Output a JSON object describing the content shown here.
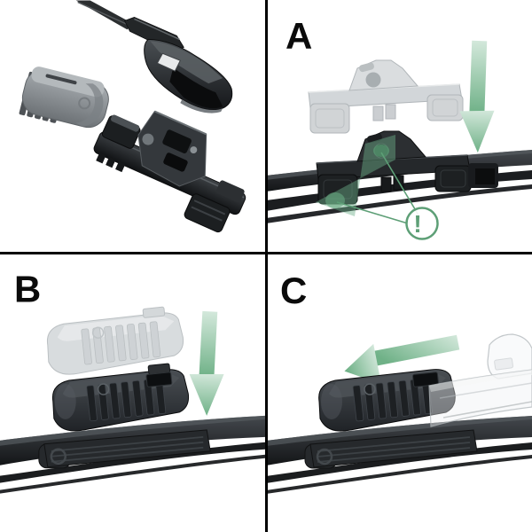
{
  "figure": {
    "title": "Wiper blade adapter installation diagram",
    "background": "#ffffff",
    "divider_color": "#000000",
    "colors": {
      "accent_green": "#6fb187",
      "accent_green_pale": "#d3e8db",
      "alert_green": "#5d9f76",
      "part_dark": "#24272a",
      "part_gray": "#8f9498",
      "ghost_gray": "#d0d4d7"
    },
    "panels": {
      "parts": {
        "label": "",
        "depicts": "wiper arm hook, side cap and adapter clip shown separately"
      },
      "step_a": {
        "label": "A",
        "depicts": "adapter pressed down onto blade centre, attachment points highlighted",
        "arrow_icon": "arrow-down-icon",
        "alert_icon": "alert-circle-icon",
        "alert_symbol": "!"
      },
      "step_b": {
        "label": "B",
        "depicts": "cover cap pressed down onto mounted adapter",
        "arrow_icon": "arrow-down-icon"
      },
      "step_c": {
        "label": "C",
        "depicts": "wiper arm hook slid onto assembled adapter",
        "arrow_icon": "arrow-left-icon"
      }
    }
  }
}
